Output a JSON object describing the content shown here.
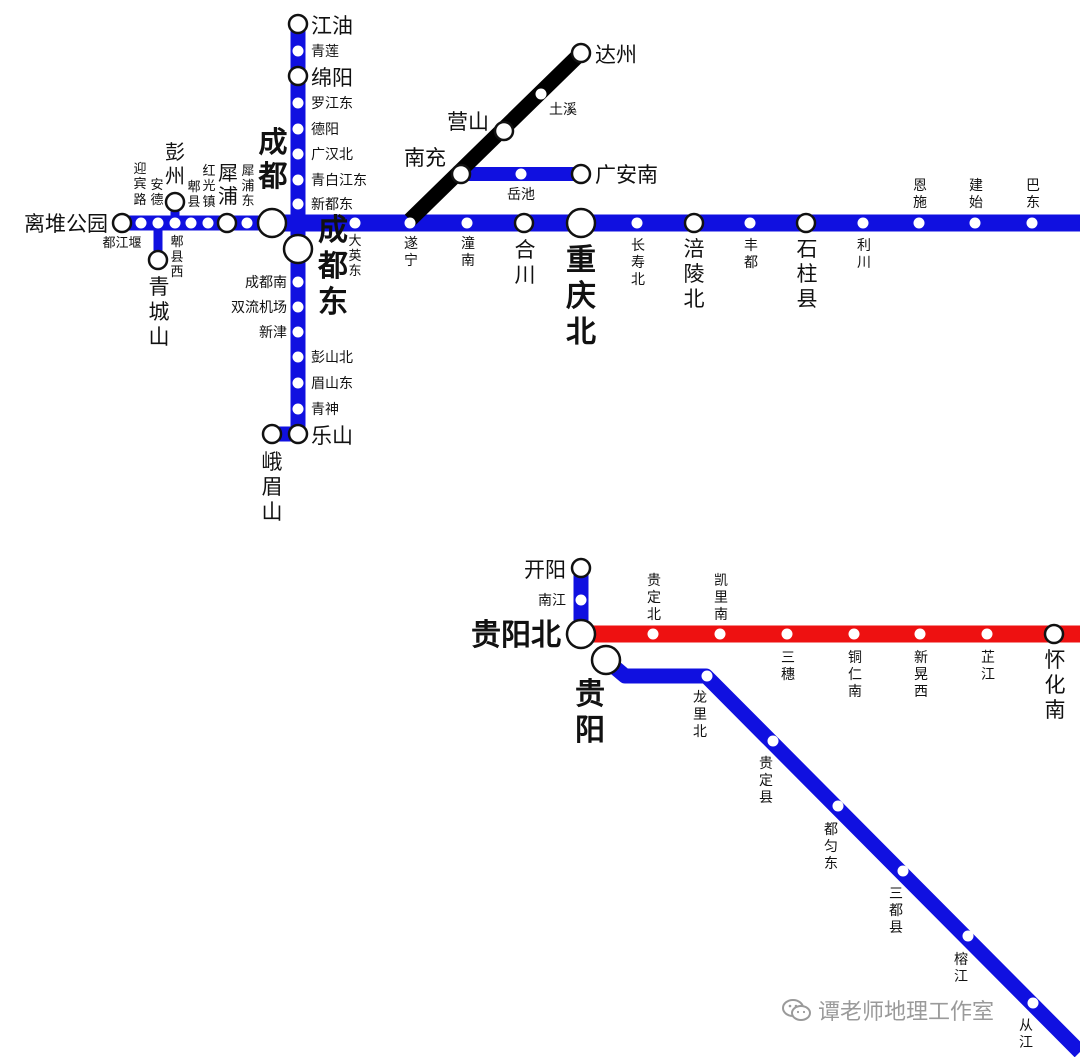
{
  "colors": {
    "blue": "#1010e0",
    "red": "#ee1111",
    "black": "#000000",
    "station": "#ffffff"
  },
  "stations": {
    "jiangyou": "江油",
    "qinglian": "青莲",
    "mianyang": "绵阳",
    "luojiangdong": "罗江东",
    "deyang": "德阳",
    "guanghanbei": "广汉北",
    "qingbaijiangdong": "青白江东",
    "xinduodong": "新都东",
    "chengdu": "成都",
    "chengdudong": "成都东",
    "dayingdong": "大英东",
    "chengdunan": "成都南",
    "shuangliujichang": "双流机场",
    "xinjin": "新津",
    "pengshanbei": "彭山北",
    "meishandong": "眉山东",
    "qingshen": "青神",
    "leshan": "乐山",
    "emeishan": "峨眉山",
    "liduigongyuan": "离堆公园",
    "dujiangyan": "都江堰",
    "yingbin": "迎宾",
    "anlu": "路",
    "ande": "安德",
    "pengzhou": "彭州",
    "pixian": "郫县",
    "pixianxi": "郫县西",
    "hongguang": "红光",
    "zhen": "镇",
    "xipu": "犀浦",
    "xipudong": "犀浦东",
    "qingchengshan": "青城山",
    "suining": "遂宁",
    "tongnan": "潼南",
    "hechuan": "合川",
    "chongqingbei": "重庆北",
    "changshoubei": "长寿北",
    "fulingbei": "涪陵北",
    "fengdu": "丰都",
    "shizhuxian": "石柱县",
    "lichuan": "利川",
    "enshi": "恩施",
    "jianshi": "建始",
    "badong": "巴东",
    "nanchong": "南充",
    "yingshan": "营山",
    "tuxi": "土溪",
    "dazhou": "达州",
    "yuechi": "岳池",
    "guanganan": "广安南",
    "kaiyang": "开阳",
    "nanjiang": "南江",
    "guiyangbei": "贵阳北",
    "guiyang": "贵阳",
    "guidingbei": "贵定北",
    "kailinan": "凯里南",
    "sansui": "三穗",
    "tongrennan": "铜仁南",
    "xinhuangxi": "新晃西",
    "zhijiang": "芷江",
    "huaihuanan": "怀化南",
    "longlibei": "龙里北",
    "guidingxian": "贵定县",
    "duyundong": "都匀东",
    "sanduxian": "三都县",
    "rongjiang": "榕江",
    "congjiang": "从江"
  },
  "watermark": {
    "text": "谭老师地理工作室",
    "icon": "wechat-icon"
  }
}
